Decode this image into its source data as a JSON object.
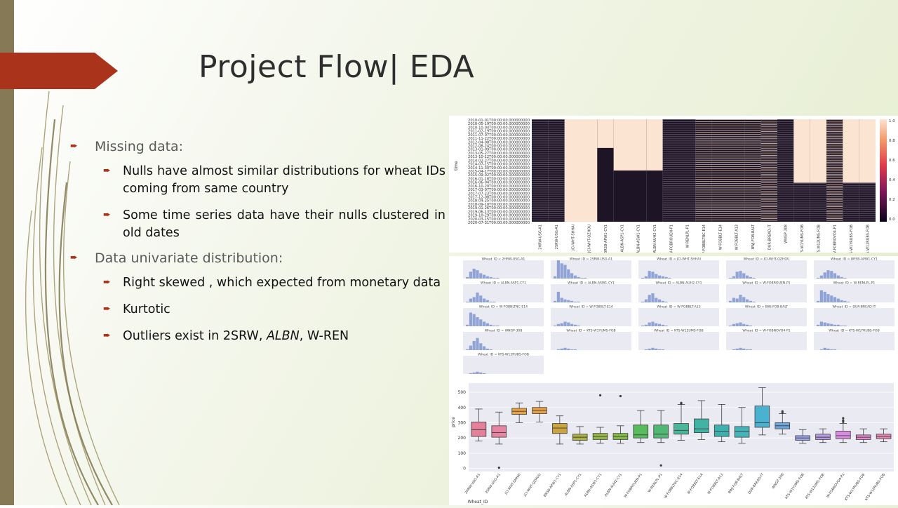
{
  "slide": {
    "title": "Project Flow| EDA",
    "bullets": [
      {
        "text": "Missing data:",
        "level": 1
      },
      {
        "text": "Nulls have almost similar distributions for wheat IDs coming from same country",
        "level": 2
      },
      {
        "text": "Some time series data have their nulls clustered in old dates",
        "level": 2
      },
      {
        "text": "Data univariate distribution:",
        "level": 1
      },
      {
        "text": "Right skewed , which expected from monetary data",
        "level": 2
      },
      {
        "text": "Kurtotic",
        "level": 2
      },
      {
        "text": "Outliers exist in 2SRW, ALBN, W-REN",
        "level": 2
      }
    ],
    "bullet_marker": "➨",
    "accent_color": "#a9331b",
    "bar_color": "#857a55"
  },
  "chart_data": [
    {
      "type": "heatmap",
      "ylabel": "time",
      "time_labels": [
        "2010-01-01T00:00:00.000000000",
        "2010-05-19T00:00:00.000000000",
        "2010-10-04T00:00:00.000000000",
        "2011-02-19T00:00:00.000000000",
        "2011-07-07T00:00:00.000000000",
        "2011-11-22T00:00:00.000000000",
        "2012-04-08T00:00:00.000000000",
        "2012-08-24T00:00:00.000000000",
        "2013-01-09T00:00:00.000000000",
        "2013-05-27T00:00:00.000000000",
        "2013-10-12T00:00:00.000000000",
        "2014-02-27T00:00:00.000000000",
        "2014-07-15T00:00:00.000000000",
        "2014-11-30T00:00:00.000000000",
        "2015-04-17T00:00:00.000000000",
        "2015-09-02T00:00:00.000000000",
        "2016-01-18T00:00:00.000000000",
        "2016-06-04T00:00:00.000000000",
        "2016-10-20T00:00:00.000000000",
        "2017-03-07T00:00:00.000000000",
        "2017-07-23T00:00:00.000000000",
        "2017-12-08T00:00:00.000000000",
        "2018-04-25T00:00:00.000000000",
        "2018-09-10T00:00:00.000000000",
        "2019-01-26T00:00:00.000000000",
        "2019-06-13T00:00:00.000000000",
        "2019-10-29T00:00:00.000000000",
        "2020-03-15T00:00:00.000000000",
        "2020-07-31T00:00:00.000000000"
      ],
      "wheat_ids": [
        "2HRW-USG-A1",
        "2SRW-USG-A1",
        "JCI-WHT-SHHAI",
        "JCI-WHT-QZHOU",
        "BRSB-APW1-CY1",
        "ALBN-ASP1-CY1",
        "ALBN-ASW1-CY1",
        "ALBN-AUH2-CY1",
        "W-FOBROUEN-P1",
        "W-RENLPL-P1",
        "W-FOBBLTNC-E14",
        "W-FOBBLT-E14",
        "W-FOBBLT-A13",
        "BWJ-FOB-BALT",
        "DUR-BREAD-IT",
        "WNGP-308",
        "KTS-W1YUMS-FOB",
        "KTS-W12UMS-FOB",
        "W-FOBNOVO4-P1",
        "KTS-W1YRUBS-FOB",
        "KTS-W12RUBS-FOB"
      ],
      "missing_start_fraction": [
        0,
        0,
        0,
        0,
        0,
        0,
        0,
        0,
        0,
        0,
        0,
        0,
        0,
        0,
        0,
        0,
        0,
        0,
        0,
        0,
        0
      ],
      "colorbar_ticks": [
        "1.0",
        "0.8",
        "0.6",
        "0.4",
        "0.2",
        "0.0"
      ]
    },
    {
      "type": "bar",
      "title_prefix": "Wheat_ID = ",
      "panels": [
        {
          "name": "2HRW-USG-A1",
          "values": [
            2,
            9,
            13,
            11,
            7,
            5,
            3,
            2,
            1,
            1
          ]
        },
        {
          "name": "2SRW-USG-A1",
          "values": [
            3,
            24,
            20,
            18,
            12,
            7,
            4,
            2,
            1,
            1
          ]
        },
        {
          "name": "JCI-WHT-SHHAI",
          "values": [
            1,
            3,
            10,
            9,
            6,
            4,
            3,
            2,
            1,
            0
          ]
        },
        {
          "name": "JCI-WHT-QZHOU",
          "values": [
            1,
            3,
            9,
            10,
            7,
            4,
            2,
            1,
            0,
            0
          ]
        },
        {
          "name": "BRSB-APW1-CY1",
          "values": [
            1,
            4,
            8,
            11,
            10,
            7,
            4,
            2,
            1,
            0
          ]
        },
        {
          "name": "ALBN-ASP1-CY1",
          "values": [
            1,
            5,
            7,
            13,
            9,
            5,
            3,
            1,
            1,
            0
          ]
        },
        {
          "name": "ALBN-ASW1-CY1",
          "values": [
            2,
            14,
            6,
            4,
            3,
            2,
            1,
            1,
            0,
            0
          ]
        },
        {
          "name": "ALBN-AUH2-CY1",
          "values": [
            1,
            4,
            10,
            12,
            6,
            4,
            2,
            1,
            0,
            0
          ]
        },
        {
          "name": "W-FOBROUEN-P1",
          "values": [
            2,
            6,
            5,
            10,
            7,
            4,
            2,
            1,
            0,
            0
          ]
        },
        {
          "name": "W-RENLPL-P1",
          "values": [
            2,
            16,
            14,
            11,
            9,
            7,
            5,
            3,
            2,
            1
          ]
        },
        {
          "name": "W-FOBBLTNC-E14",
          "values": [
            2,
            18,
            16,
            12,
            9,
            6,
            4,
            2,
            1,
            1
          ]
        },
        {
          "name": "W-FOBBLT-E14",
          "values": [
            1,
            3,
            4,
            6,
            5,
            3,
            2,
            1,
            0,
            0
          ]
        },
        {
          "name": "W-FOBBLT-A13",
          "values": [
            1,
            2,
            5,
            6,
            4,
            3,
            2,
            1,
            0,
            0
          ]
        },
        {
          "name": "BWJ-FOB-BALT",
          "values": [
            1,
            3,
            4,
            5,
            3,
            2,
            1,
            0,
            0,
            0
          ]
        },
        {
          "name": "DUR-BREAD-IT",
          "values": [
            2,
            6,
            5,
            4,
            3,
            2,
            2,
            1,
            1,
            0
          ]
        },
        {
          "name": "WNGP-308",
          "values": [
            1,
            6,
            12,
            16,
            9,
            5,
            2,
            1,
            0,
            0
          ]
        },
        {
          "name": "KTS-W1YUMS-FOB",
          "values": [
            0,
            1,
            2,
            3,
            2,
            1,
            1,
            0,
            0,
            0
          ]
        },
        {
          "name": "KTS-W12UMS-FOB",
          "values": [
            0,
            1,
            2,
            3,
            2,
            1,
            1,
            0,
            0,
            0
          ]
        },
        {
          "name": "W-FOBNOVO4-P1",
          "values": [
            0,
            1,
            2,
            3,
            2,
            1,
            1,
            0,
            0,
            0
          ]
        },
        {
          "name": "KTS-W1YRUBS-FOB",
          "values": [
            0,
            1,
            3,
            2,
            1,
            1,
            0,
            0,
            0,
            0
          ]
        },
        {
          "name": "KTS-W12RUBS-FOB",
          "values": [
            0,
            1,
            2,
            3,
            2,
            1,
            0,
            0,
            0,
            0
          ]
        }
      ]
    },
    {
      "type": "box",
      "xlabel": "Wheat_ID",
      "ylabel": "price",
      "ylim": [
        -20,
        560
      ],
      "yticks": [
        0,
        100,
        200,
        300,
        400,
        500
      ],
      "categories": [
        "2HRW-USG-A1",
        "2SRW-USG-A1",
        "JCI-WHT-SHHAI",
        "JCI-WHT-QZHOU",
        "BRSB-APW1-CY1",
        "ALBN-ASP1-CY1",
        "ALBN-ASW1-CY1",
        "ALBN-AUH2-CY1",
        "W-FOBROUEN-P1",
        "W-RENLPL-P1",
        "W-FOBBLTNC-E14",
        "W-FOBBLT-E14",
        "W-FOBBLT-A13",
        "BWJ-FOB-BALT",
        "DUR-BREAD-IT",
        "WNGP-308",
        "KTS-W1YUMS-FOB",
        "KTS-W12UMS-FOB",
        "W-FOBNOVO4-P1",
        "KTS-W1YRUBS-FOB",
        "KTS-W12RUBS-FOB"
      ],
      "colors": [
        "#e5809a",
        "#e684a4",
        "#e9a045",
        "#e9a040",
        "#c9a43f",
        "#aab142",
        "#93b843",
        "#84bc46",
        "#58bb5c",
        "#50b873",
        "#4bb79a",
        "#40b3a4",
        "#3db1ae",
        "#44b4b9",
        "#4bb1d0",
        "#6aa5dd",
        "#9aa3e8",
        "#b69be5",
        "#da8be2",
        "#e68bce",
        "#eb86b0"
      ],
      "boxes": [
        {
          "min": 180,
          "q1": 210,
          "median": 255,
          "q3": 305,
          "max": 390,
          "outliers": []
        },
        {
          "min": 160,
          "q1": 205,
          "median": 235,
          "q3": 280,
          "max": 370,
          "outliers": [
            5
          ]
        },
        {
          "min": 300,
          "q1": 355,
          "median": 375,
          "q3": 395,
          "max": 430,
          "outliers": []
        },
        {
          "min": 305,
          "q1": 360,
          "median": 380,
          "q3": 400,
          "max": 440,
          "outliers": []
        },
        {
          "min": 160,
          "q1": 230,
          "median": 265,
          "q3": 295,
          "max": 345,
          "outliers": []
        },
        {
          "min": 160,
          "q1": 185,
          "median": 205,
          "q3": 225,
          "max": 275,
          "outliers": []
        },
        {
          "min": 165,
          "q1": 190,
          "median": 210,
          "q3": 230,
          "max": 270,
          "outliers": [
            480
          ]
        },
        {
          "min": 165,
          "q1": 190,
          "median": 210,
          "q3": 230,
          "max": 280,
          "outliers": [
            475
          ]
        },
        {
          "min": 170,
          "q1": 200,
          "median": 220,
          "q3": 285,
          "max": 380,
          "outliers": []
        },
        {
          "min": 170,
          "q1": 200,
          "median": 225,
          "q3": 285,
          "max": 380,
          "outliers": [
            20
          ]
        },
        {
          "min": 185,
          "q1": 225,
          "median": 250,
          "q3": 295,
          "max": 420,
          "outliers": [
            425,
            430
          ]
        },
        {
          "min": 190,
          "q1": 235,
          "median": 260,
          "q3": 325,
          "max": 445,
          "outliers": []
        },
        {
          "min": 175,
          "q1": 210,
          "median": 245,
          "q3": 285,
          "max": 420,
          "outliers": []
        },
        {
          "min": 165,
          "q1": 205,
          "median": 245,
          "q3": 275,
          "max": 400,
          "outliers": []
        },
        {
          "min": 220,
          "q1": 270,
          "median": 300,
          "q3": 410,
          "max": 530,
          "outliers": []
        },
        {
          "min": 225,
          "q1": 260,
          "median": 280,
          "q3": 300,
          "max": 360,
          "outliers": [
            365,
            375
          ]
        },
        {
          "min": 165,
          "q1": 185,
          "median": 200,
          "q3": 215,
          "max": 255,
          "outliers": []
        },
        {
          "min": 170,
          "q1": 190,
          "median": 205,
          "q3": 225,
          "max": 260,
          "outliers": []
        },
        {
          "min": 170,
          "q1": 195,
          "median": 215,
          "q3": 245,
          "max": 295,
          "outliers": [
            305,
            315,
            330
          ]
        },
        {
          "min": 170,
          "q1": 190,
          "median": 205,
          "q3": 220,
          "max": 260,
          "outliers": []
        },
        {
          "min": 175,
          "q1": 195,
          "median": 210,
          "q3": 225,
          "max": 260,
          "outliers": []
        }
      ]
    }
  ]
}
